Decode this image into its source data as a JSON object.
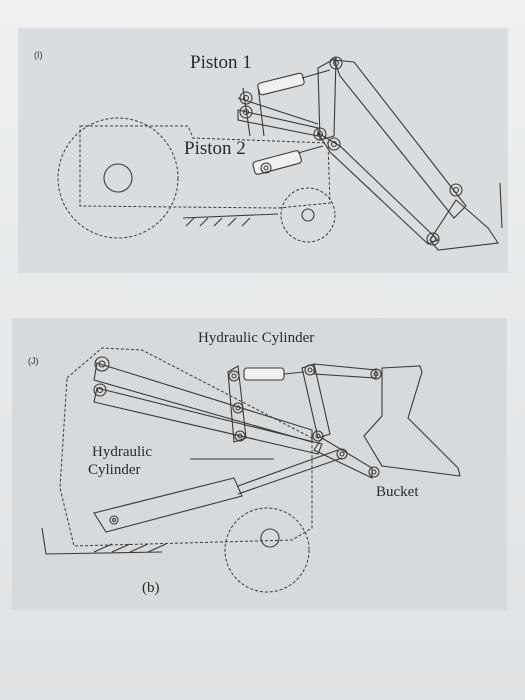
{
  "figure_top": {
    "tag": "(I)",
    "label_piston1": "Piston 1",
    "label_piston2": "Piston 2"
  },
  "figure_bottom": {
    "tag": "(J)",
    "label_hyd_top": "Hydraulic Cylinder",
    "label_hyd_left_line1": "Hydraulic",
    "label_hyd_left_line2": "Cylinder",
    "label_bucket": "Bucket",
    "caption": "(b)"
  }
}
